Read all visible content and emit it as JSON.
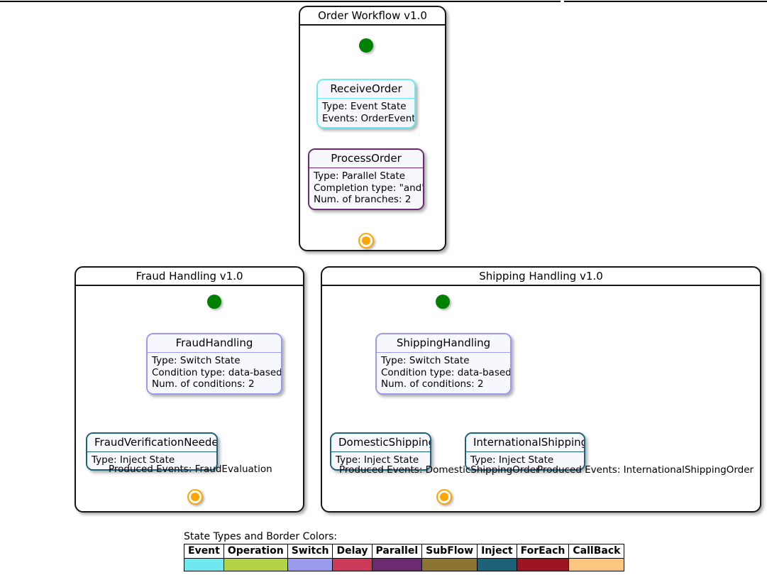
{
  "diagram": {
    "kind": "serverless-workflow-state-diagram",
    "panels": [
      {
        "id": "order-workflow",
        "title": "Order Workflow v1.0",
        "nodes": [
          {
            "id": "receive-order",
            "name": "ReceiveOrder",
            "state_type": "Event",
            "border_color": "#6fe9ef",
            "lines": [
              "Type: Event State",
              "Events: OrderEvent"
            ]
          },
          {
            "id": "process-order",
            "name": "ProcessOrder",
            "state_type": "Parallel",
            "border_color": "#6c2a72",
            "lines": [
              "Type: Parallel State",
              "Completion type: \"and\"",
              "Num. of branches: 2"
            ]
          }
        ],
        "edge_labels": []
      },
      {
        "id": "fraud-handling",
        "title": "Fraud Handling v1.0",
        "nodes": [
          {
            "id": "fraud-handling-switch",
            "name": "FraudHandling",
            "state_type": "Switch",
            "border_color": "#9a9aef",
            "lines": [
              "Type: Switch State",
              "Condition type: data-based",
              "Num. of conditions: 2"
            ]
          },
          {
            "id": "fraud-verification-needed",
            "name": "FraudVerificationNeeded",
            "state_type": "Inject",
            "border_color": "#1c6278",
            "lines": [
              "Type: Inject State"
            ]
          }
        ],
        "edge_labels": [
          "Produced Events: FraudEvaluation"
        ]
      },
      {
        "id": "shipping-handling",
        "title": "Shipping Handling v1.0",
        "nodes": [
          {
            "id": "shipping-handling-switch",
            "name": "ShippingHandling",
            "state_type": "Switch",
            "border_color": "#9a9aef",
            "lines": [
              "Type: Switch State",
              "Condition type: data-based",
              "Num. of conditions: 2"
            ]
          },
          {
            "id": "domestic-shipping",
            "name": "DomesticShipping",
            "state_type": "Inject",
            "border_color": "#1c6278",
            "lines": [
              "Type: Inject State"
            ]
          },
          {
            "id": "international-shipping",
            "name": "InternationalShipping",
            "state_type": "Inject",
            "border_color": "#1c6278",
            "lines": [
              "Type: Inject State"
            ]
          }
        ],
        "edge_labels": [
          "Produced Events: DomesticShippingOrder",
          "Produced Events: InternationalShippingOrder"
        ]
      }
    ],
    "markers": {
      "start_color": "#008000",
      "end_color": "#ffa500"
    }
  },
  "legend": {
    "caption": "State Types and Border Colors:",
    "columns": [
      {
        "label": "Event",
        "color": "#6fe9ef"
      },
      {
        "label": "Operation",
        "color": "#b3d246"
      },
      {
        "label": "Switch",
        "color": "#9a9aef"
      },
      {
        "label": "Delay",
        "color": "#cb3a58"
      },
      {
        "label": "Parallel",
        "color": "#6c2a72"
      },
      {
        "label": "SubFlow",
        "color": "#8b7531"
      },
      {
        "label": "Inject",
        "color": "#1c6278"
      },
      {
        "label": "ForEach",
        "color": "#9c1321"
      },
      {
        "label": "CallBack",
        "color": "#fcc580"
      }
    ]
  }
}
